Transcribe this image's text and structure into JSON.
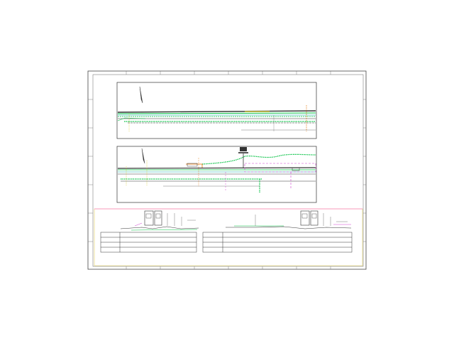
{
  "drawing": {
    "colors": {
      "frame": "#444444",
      "road_green": "#00c040",
      "road_dark": "#333333",
      "accent_yellow": "#d0c000",
      "accent_orange": "#e07000",
      "accent_magenta": "#d040d0",
      "grid_gray": "#999999",
      "pink_line": "#ff80c0",
      "yellow_frame": "#e0d060"
    },
    "panels": [
      {
        "name": "plan-view-top"
      },
      {
        "name": "plan-view-middle"
      }
    ],
    "tables": [
      {
        "name": "profile-table-left",
        "rows": 4
      },
      {
        "name": "profile-table-right",
        "rows": 4
      }
    ]
  }
}
